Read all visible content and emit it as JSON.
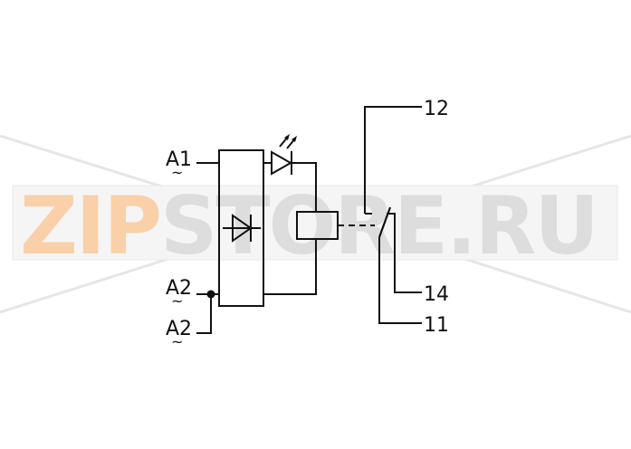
{
  "watermark": {
    "part1": "ZIP",
    "part2": "STORE.RU",
    "color1": "#f8c89a",
    "color2": "#d8d8d8"
  },
  "terminals": {
    "a1": "A1",
    "a2_top": "A2",
    "a2_bottom": "A2",
    "t12": "12",
    "t14": "14",
    "t11": "11"
  },
  "tilde": "~",
  "colors": {
    "line": "#111111",
    "background": "#ffffff"
  }
}
